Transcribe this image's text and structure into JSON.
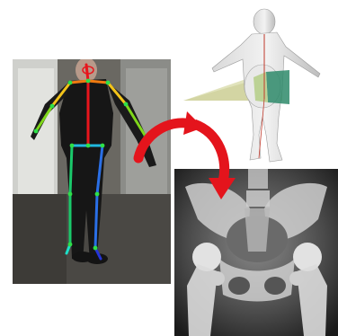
{
  "figure": {
    "panels": [
      {
        "id": "photo",
        "icon": "person-skeleton-overlay-photo"
      },
      {
        "id": "body-model",
        "icon": "3d-body-mesh-with-pelvis-projection"
      },
      {
        "id": "xray",
        "icon": "pelvis-xray-radiograph"
      }
    ],
    "arrow": {
      "icon": "curved-red-arrow",
      "color": "#e4141c"
    },
    "skeleton_colors": {
      "spine": "#e8151c",
      "shoulders": "#f07a10",
      "right_arm": "#f2c31a",
      "left_arm": "#7fd61b",
      "hips": "#20b8e0",
      "left_leg": "#1ac96b",
      "right_leg": "#2a6fe6",
      "feet": "#2535d8",
      "joints": "#2ee048"
    },
    "projection_color": "#d7d9a6"
  }
}
